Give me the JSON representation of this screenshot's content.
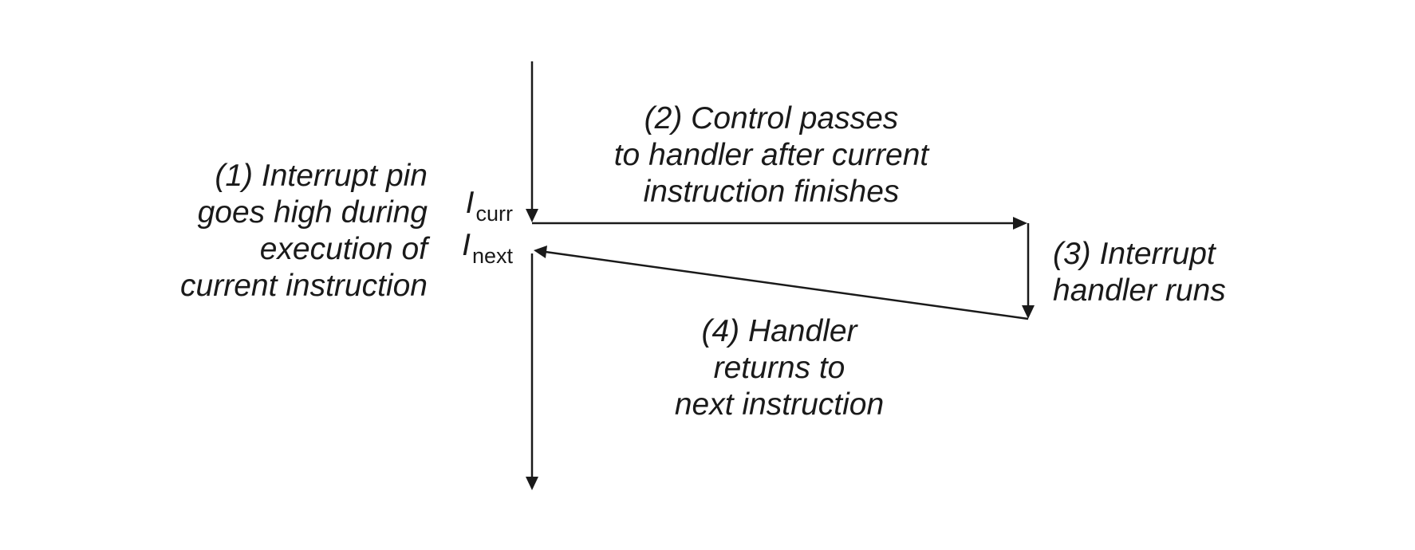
{
  "labels": {
    "step1": [
      "(1) Interrupt pin",
      "goes high during",
      "execution of",
      "current instruction"
    ],
    "step2": [
      "(2) Control passes",
      "to handler after current",
      "instruction finishes"
    ],
    "step3": [
      "(3) Interrupt",
      "handler runs"
    ],
    "step4": [
      "(4) Handler",
      "returns to",
      "next instruction"
    ]
  },
  "instructions": {
    "curr": {
      "base": "I",
      "sub": "curr"
    },
    "next": {
      "base": "I",
      "sub": "next"
    }
  },
  "colors": {
    "ink": "#1a1a1a",
    "background": "#ffffff"
  }
}
